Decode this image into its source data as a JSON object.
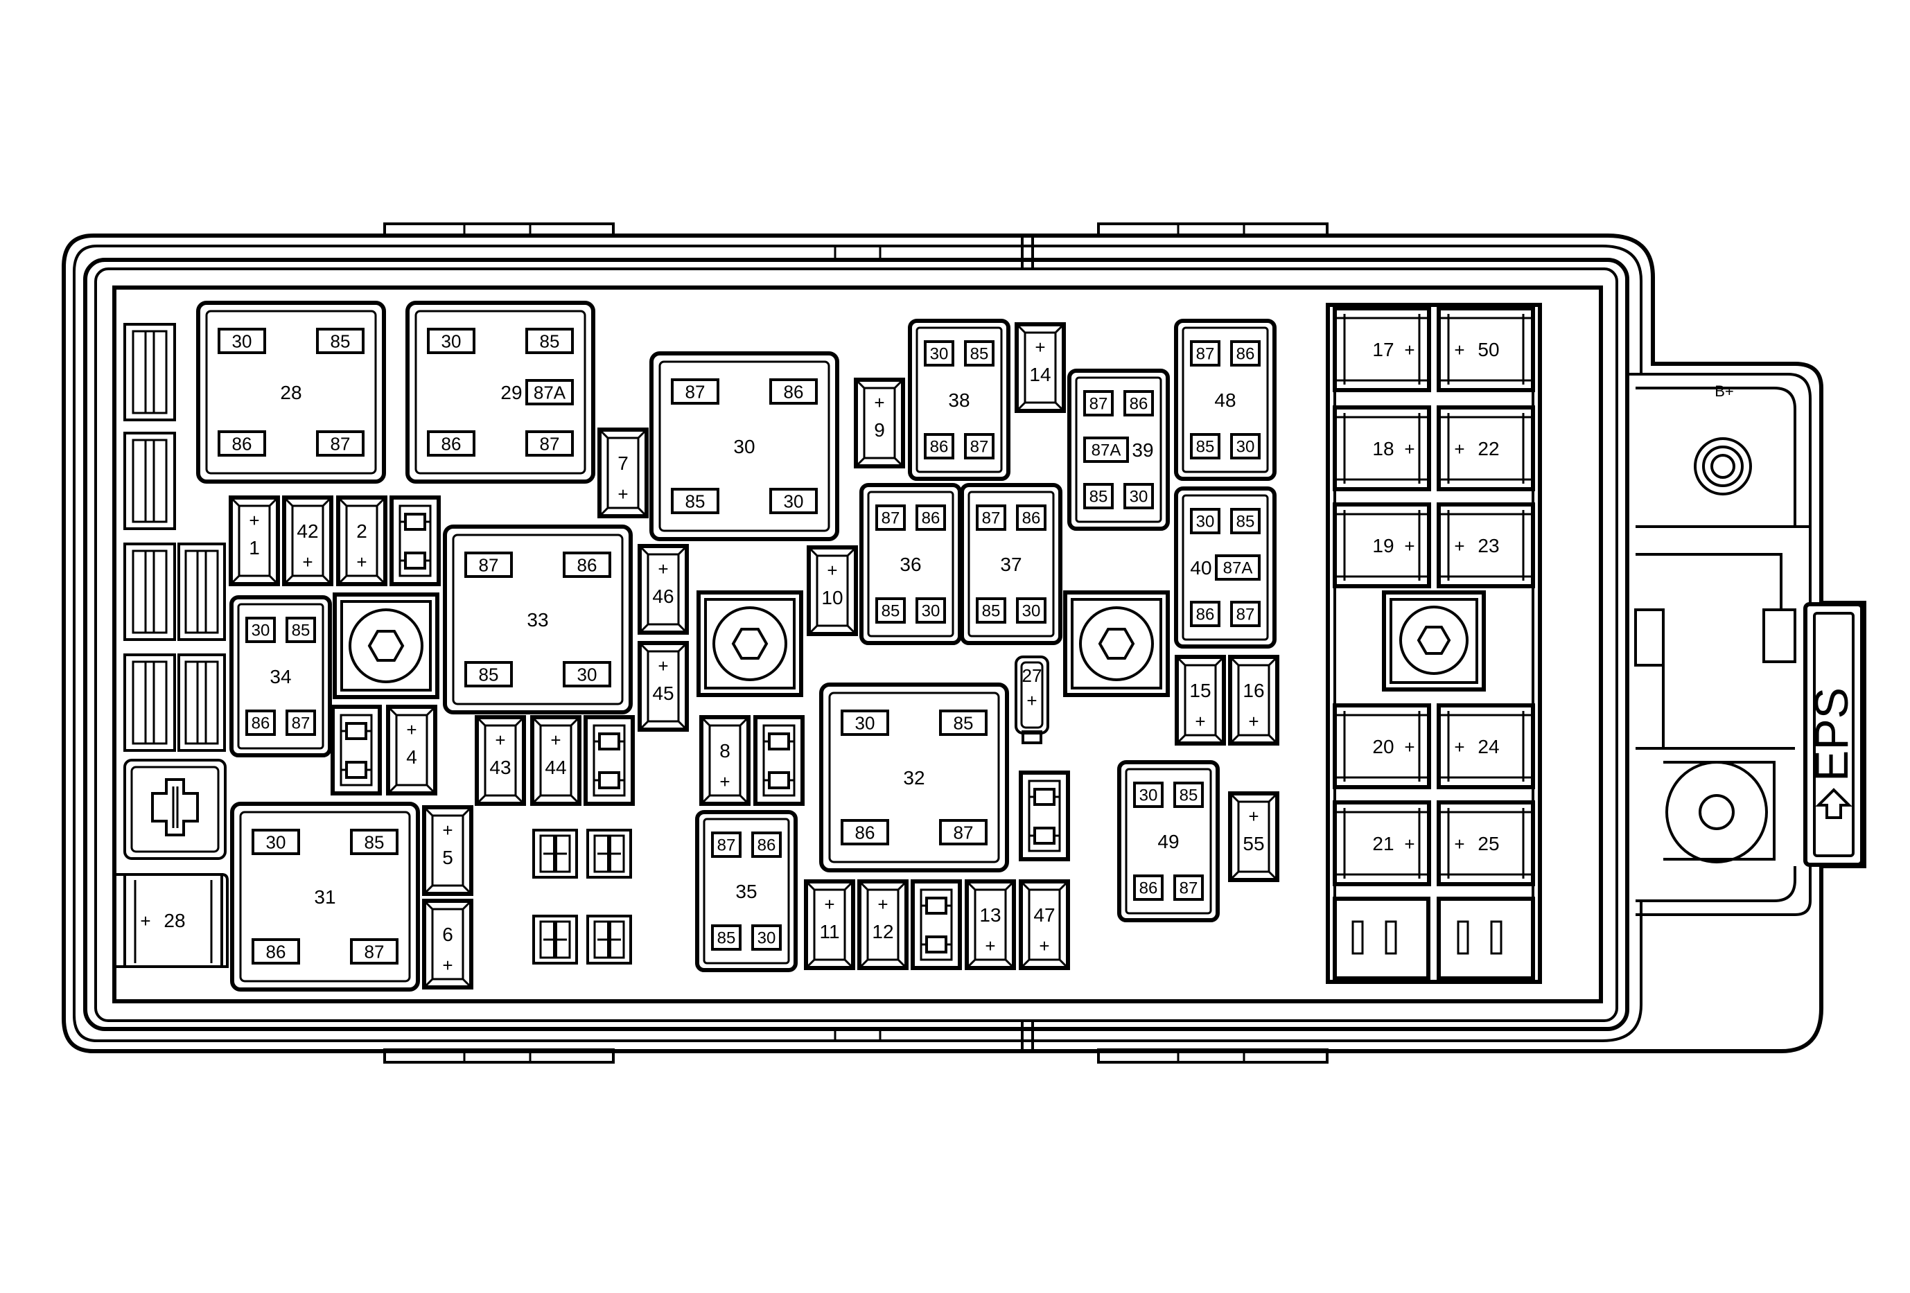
{
  "relays": [
    {
      "id": "r28",
      "label": "28",
      "tl": "30",
      "tr": "85",
      "bl": "86",
      "br": "87"
    },
    {
      "id": "r29",
      "label": "29",
      "tl": "30",
      "tr": "85",
      "bl": "86",
      "br": "87",
      "mid": "87A"
    },
    {
      "id": "r30",
      "label": "30",
      "tl": "87",
      "tr": "86",
      "bl": "85",
      "br": "30"
    },
    {
      "id": "r33",
      "label": "33",
      "tl": "87",
      "tr": "86",
      "bl": "85",
      "br": "30"
    },
    {
      "id": "r32",
      "label": "32",
      "tl": "30",
      "tr": "85",
      "bl": "86",
      "br": "87"
    },
    {
      "id": "r31",
      "label": "31",
      "tl": "30",
      "tr": "85",
      "bl": "86",
      "br": "87"
    }
  ],
  "mini_relays": [
    {
      "id": "m38",
      "label": "38",
      "tl": "30",
      "tr": "85",
      "bl": "86",
      "br": "87"
    },
    {
      "id": "m39",
      "label": "39",
      "tl": "87",
      "tr": "86",
      "bl": "85",
      "br": "30",
      "mid": "87A"
    },
    {
      "id": "m48",
      "label": "48",
      "tl": "87",
      "tr": "86",
      "bl": "85",
      "br": "30"
    },
    {
      "id": "m40",
      "label": "40",
      "tl": "30",
      "tr": "85",
      "bl": "86",
      "br": "87",
      "mid": "87A"
    },
    {
      "id": "m36",
      "label": "36",
      "tl": "87",
      "tr": "86",
      "bl": "85",
      "br": "30"
    },
    {
      "id": "m37",
      "label": "37",
      "tl": "87",
      "tr": "86",
      "bl": "85",
      "br": "30"
    },
    {
      "id": "m34",
      "label": "34",
      "tl": "30",
      "tr": "85",
      "bl": "86",
      "br": "87"
    },
    {
      "id": "m35",
      "label": "35",
      "tl": "87",
      "tr": "86",
      "bl": "85",
      "br": "30"
    },
    {
      "id": "m49",
      "label": "49",
      "tl": "30",
      "tr": "85",
      "bl": "86",
      "br": "87"
    }
  ],
  "mini_fuses": [
    {
      "id": "f1",
      "label": "1"
    },
    {
      "id": "f42",
      "label": "42"
    },
    {
      "id": "f2",
      "label": "2"
    },
    {
      "id": "f4",
      "label": "4"
    },
    {
      "id": "f5",
      "label": "5"
    },
    {
      "id": "f6",
      "label": "6"
    },
    {
      "id": "f7",
      "label": "7"
    },
    {
      "id": "f9",
      "label": "9"
    },
    {
      "id": "f14",
      "label": "14"
    },
    {
      "id": "f46",
      "label": "46"
    },
    {
      "id": "f45",
      "label": "45"
    },
    {
      "id": "f10",
      "label": "10"
    },
    {
      "id": "f43",
      "label": "43"
    },
    {
      "id": "f44",
      "label": "44"
    },
    {
      "id": "f8",
      "label": "8"
    },
    {
      "id": "f11",
      "label": "11"
    },
    {
      "id": "f12",
      "label": "12"
    },
    {
      "id": "f13",
      "label": "13"
    },
    {
      "id": "f47",
      "label": "47"
    },
    {
      "id": "f15",
      "label": "15"
    },
    {
      "id": "f16",
      "label": "16"
    },
    {
      "id": "f55",
      "label": "55"
    },
    {
      "id": "f27",
      "label": "27"
    }
  ],
  "jcase_fuses": [
    {
      "id": "j17",
      "label": "17"
    },
    {
      "id": "j50",
      "label": "50"
    },
    {
      "id": "j18",
      "label": "18"
    },
    {
      "id": "j22",
      "label": "22"
    },
    {
      "id": "j19",
      "label": "19"
    },
    {
      "id": "j23",
      "label": "23"
    },
    {
      "id": "j20",
      "label": "20"
    },
    {
      "id": "j24",
      "label": "24"
    },
    {
      "id": "j21",
      "label": "21"
    },
    {
      "id": "j25",
      "label": "25"
    }
  ],
  "maxi_fuse": {
    "label": "28"
  },
  "plus_symbol": "+",
  "terminal": {
    "label": "B+"
  },
  "eps_label": "EPS"
}
